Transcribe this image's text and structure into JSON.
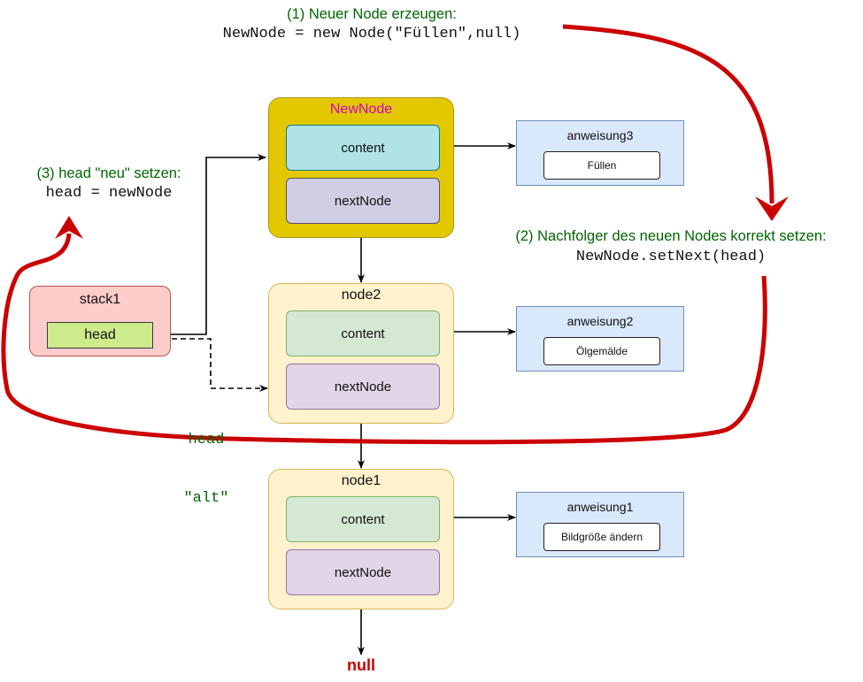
{
  "colors": {
    "wire": "#000000",
    "red_arrow": "#cc0000",
    "green_text": "#006600",
    "newnode_fill": "#e3c800",
    "newnode_stroke": "#b09500",
    "newnode_title": "#cc00cc",
    "node_fill": "#fff2cc",
    "node_stroke": "#d6b656",
    "content_new_fill": "#b0e3e6",
    "next_new_fill": "#d0cee2",
    "content_fill": "#d5e8d4",
    "next_fill": "#e1d5e7",
    "stack_fill": "#ffcccc",
    "head_fill": "#cdeb8b"
  },
  "step1": {
    "label": "(1) Neuer Node erzeugen:",
    "code": "NewNode = new Node(\"Füllen\",null)"
  },
  "step2": {
    "label": "(2) Nachfolger des neuen Nodes korrekt setzen:",
    "code": "NewNode.setNext(head)"
  },
  "step3": {
    "label": "(3) head \"neu\" setzen:",
    "code": "head = newNode"
  },
  "stack": {
    "title": "stack1",
    "head": "head"
  },
  "head_alt": {
    "line1": "head",
    "line2": "\"alt\""
  },
  "nodes": [
    {
      "title": "NewNode",
      "content": "content",
      "next": "nextNode"
    },
    {
      "title": "node2",
      "content": "content",
      "next": "nextNode"
    },
    {
      "title": "node1",
      "content": "content",
      "next": "nextNode"
    }
  ],
  "instructions": [
    {
      "title": "anweisung3",
      "value": "Füllen"
    },
    {
      "title": "anweisung2",
      "value": "Ölgemälde"
    },
    {
      "title": "anweisung1",
      "value": "Bildgröße ändern"
    }
  ],
  "null_label": "null"
}
